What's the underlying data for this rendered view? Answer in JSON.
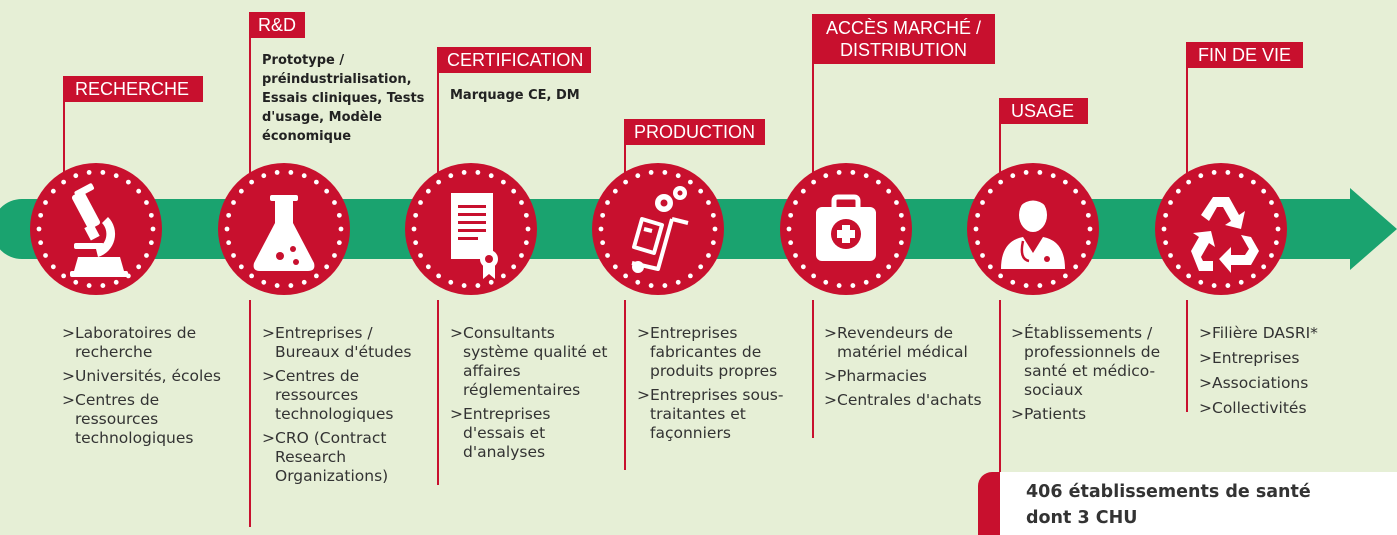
{
  "stages": [
    {
      "id": "recherche",
      "tag": [
        "RECHERCHE"
      ],
      "icon": "microscope-icon",
      "items": [
        "Laboratoires de recherche",
        "Universités, écoles",
        "Centres de ressources technologiques"
      ]
    },
    {
      "id": "rd",
      "tag": [
        "R&D"
      ],
      "subtitle": "Prototype / préindustrialisation, Essais cliniques, Tests d'usage, Modèle économique",
      "icon": "flask-icon",
      "items": [
        "Entreprises / Bureaux d'études",
        "Centres de ressources technologiques",
        "CRO (Contract Research Organizations)"
      ]
    },
    {
      "id": "certification",
      "tag": [
        "CERTIFICATION"
      ],
      "subtitle": "Marquage CE, DM",
      "icon": "certificate-icon",
      "items": [
        "Consultants système qualité et affaires réglementaires",
        "Entreprises d'essais et d'analyses"
      ]
    },
    {
      "id": "production",
      "tag": [
        "PRODUCTION"
      ],
      "icon": "hand-truck-gears-icon",
      "items": [
        "Entreprises fabricantes de produits propres",
        "Entreprises sous-traitantes et façonniers"
      ]
    },
    {
      "id": "acces",
      "tag": [
        "ACCÈS MARCHÉ /",
        "DISTRIBUTION"
      ],
      "icon": "medical-kit-icon",
      "items": [
        "Revendeurs de matériel médical",
        "Pharmacies",
        "Centrales d'achats"
      ]
    },
    {
      "id": "usage",
      "tag": [
        "USAGE"
      ],
      "icon": "doctor-icon",
      "items": [
        "Établissements / professionnels de santé et médico-sociaux",
        "Patients"
      ]
    },
    {
      "id": "findevie",
      "tag": [
        "FIN DE VIE"
      ],
      "icon": "recycle-icon",
      "items": [
        "Filière DASRI*",
        "Entreprises",
        "Associations",
        "Collectivités"
      ]
    }
  ],
  "stat": {
    "line1": "406 établissements de santé",
    "line2": "dont 3 CHU"
  },
  "colors": {
    "red": "#c8102e",
    "green": "#1aa36f",
    "background": "#e6efd6"
  }
}
